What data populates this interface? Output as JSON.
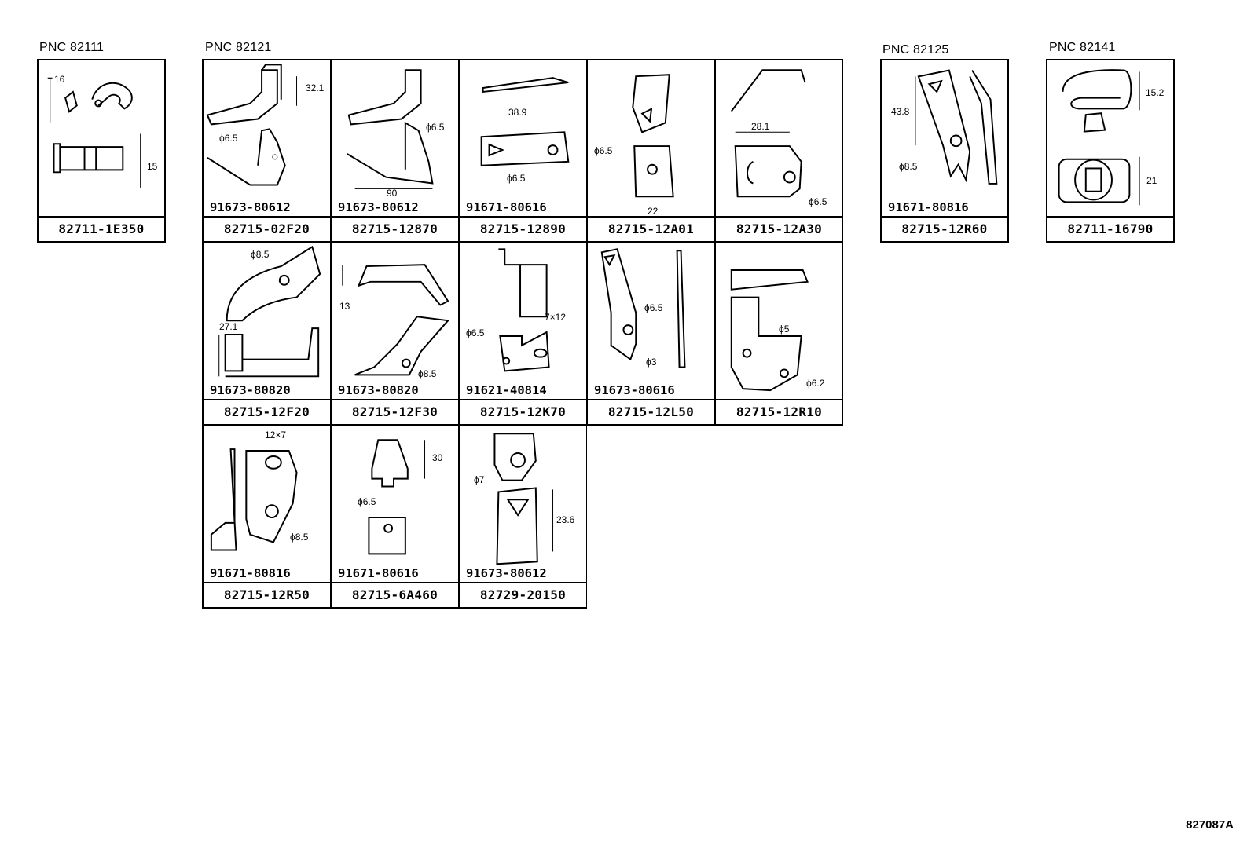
{
  "pnc_labels": {
    "p82111": "PNC 82111",
    "p82121": "PNC 82121",
    "p82125": "PNC 82125",
    "p82141": "PNC 82141"
  },
  "parts": {
    "c1": {
      "part": "82711-1E350",
      "dims": [
        "16",
        "15"
      ]
    },
    "c2": {
      "part": "82715-02F20",
      "bolt": "91673-80612",
      "dims": [
        "32.1",
        "ϕ6.5"
      ]
    },
    "c3": {
      "part": "82715-12870",
      "bolt": "91673-80612",
      "dims": [
        "ϕ6.5",
        "90"
      ]
    },
    "c4": {
      "part": "82715-12890",
      "bolt": "91671-80616",
      "dims": [
        "38.9",
        "ϕ6.5"
      ]
    },
    "c5": {
      "part": "82715-12A01",
      "dims": [
        "ϕ6.5",
        "22"
      ]
    },
    "c6": {
      "part": "82715-12A30",
      "dims": [
        "28.1",
        "ϕ6.5"
      ]
    },
    "c7": {
      "part": "82715-12R60",
      "bolt": "91671-80816",
      "dims": [
        "43.8",
        "ϕ8.5"
      ]
    },
    "c8": {
      "part": "82711-16790",
      "dims": [
        "15.2",
        "21"
      ]
    },
    "c9": {
      "part": "82715-12F20",
      "bolt": "91673-80820",
      "dims": [
        "ϕ8.5",
        "27.1"
      ]
    },
    "c10": {
      "part": "82715-12F30",
      "bolt": "91673-80820",
      "dims": [
        "13",
        "ϕ8.5"
      ]
    },
    "c11": {
      "part": "82715-12K70",
      "bolt": "91621-40814",
      "dims": [
        "ϕ6.5",
        "7×12"
      ]
    },
    "c12": {
      "part": "82715-12L50",
      "bolt": "91673-80616",
      "dims": [
        "ϕ6.5",
        "ϕ3"
      ]
    },
    "c13": {
      "part": "82715-12R10",
      "dims": [
        "ϕ5",
        "ϕ6.2"
      ]
    },
    "c14": {
      "part": "82715-12R50",
      "bolt": "91671-80816",
      "dims": [
        "12×7",
        "ϕ8.5"
      ]
    },
    "c15": {
      "part": "82715-6A460",
      "bolt": "91671-80616",
      "dims": [
        "30",
        "ϕ6.5"
      ]
    },
    "c16": {
      "part": "82729-20150",
      "bolt": "91673-80612",
      "dims": [
        "ϕ7",
        "23.6"
      ]
    }
  },
  "figure_ref": "827087A"
}
